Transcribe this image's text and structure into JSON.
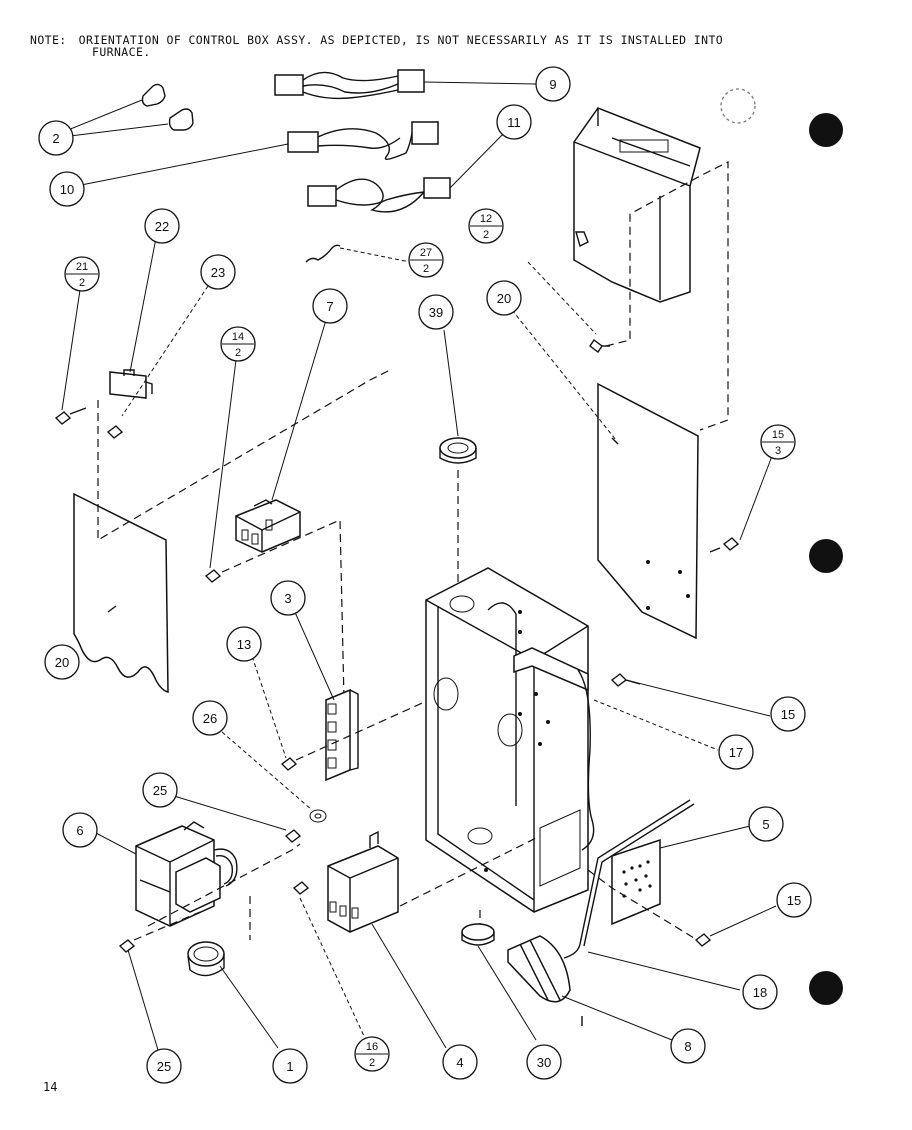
{
  "note": {
    "label": "NOTE:",
    "line1": "ORIENTATION OF CONTROL BOX ASSY. AS DEPICTED, IS NOT NECESSARILY AS IT IS INSTALLED INTO",
    "line2": "FURNACE."
  },
  "page_number": "14",
  "callouts": [
    {
      "id": "c2",
      "text": "2"
    },
    {
      "id": "c9",
      "text": "9"
    },
    {
      "id": "c10",
      "text": "10"
    },
    {
      "id": "c11",
      "text": "11"
    },
    {
      "id": "c22",
      "text": "22"
    },
    {
      "id": "c23",
      "text": "23"
    },
    {
      "id": "c7",
      "text": "7"
    },
    {
      "id": "c39",
      "text": "39"
    },
    {
      "id": "c20b",
      "text": "20"
    },
    {
      "id": "c20",
      "text": "20"
    },
    {
      "id": "c3",
      "text": "3"
    },
    {
      "id": "c13",
      "text": "13"
    },
    {
      "id": "c26",
      "text": "26"
    },
    {
      "id": "c25a",
      "text": "25"
    },
    {
      "id": "c6",
      "text": "6"
    },
    {
      "id": "c15a",
      "text": "15"
    },
    {
      "id": "c17",
      "text": "17"
    },
    {
      "id": "c5",
      "text": "5"
    },
    {
      "id": "c15b",
      "text": "15"
    },
    {
      "id": "c18",
      "text": "18"
    },
    {
      "id": "c8",
      "text": "8"
    },
    {
      "id": "c30",
      "text": "30"
    },
    {
      "id": "c4",
      "text": "4"
    },
    {
      "id": "c1",
      "text": "1"
    },
    {
      "id": "c25b",
      "text": "25"
    }
  ],
  "fraction_callouts": [
    {
      "id": "f21",
      "top": "21",
      "bottom": "2"
    },
    {
      "id": "f14",
      "top": "14",
      "bottom": "2"
    },
    {
      "id": "f12",
      "top": "12",
      "bottom": "2"
    },
    {
      "id": "f27",
      "top": "27",
      "bottom": "2"
    },
    {
      "id": "f15",
      "top": "15",
      "bottom": "3"
    },
    {
      "id": "f16",
      "top": "16",
      "bottom": "2"
    }
  ]
}
